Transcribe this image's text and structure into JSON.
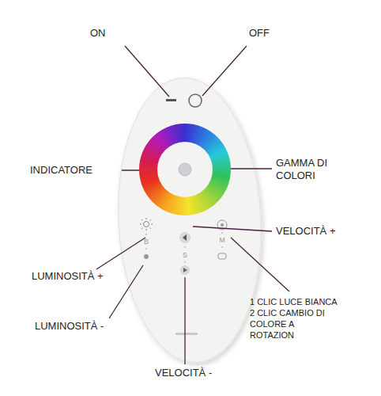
{
  "diagram": {
    "labels": [
      "ON",
      "OFF",
      "INDICATORE",
      "GAMMA DI COLORI",
      "VELOCITÀ +",
      "LUMINOSITÀ +",
      "1 CLIC LUCE BIANCA 2 CLIC CAMBIO DI COLORE A ROTAZION",
      "LUMINOSITÀ -",
      "VELOCITÀ -",
      "B",
      "S",
      "M"
    ]
  }
}
